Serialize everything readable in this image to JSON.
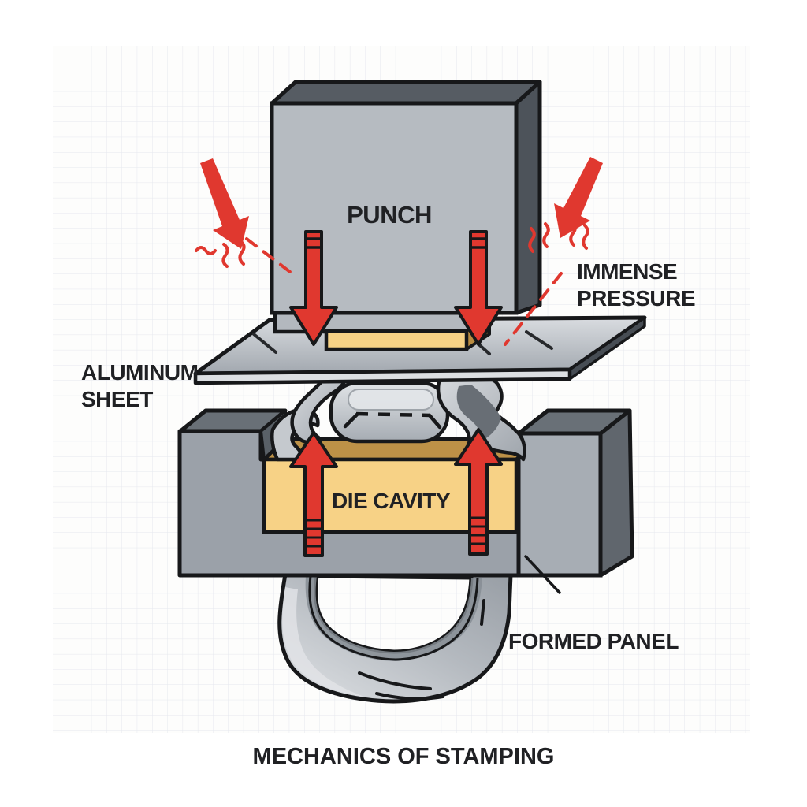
{
  "diagram": {
    "title": "MECHANICS OF STAMPING",
    "labels": {
      "punch": "PUNCH",
      "immense_pressure": [
        "IMMENSE",
        "PRESSURE"
      ],
      "aluminum_sheet": [
        "ALUMINUM",
        "SHEET"
      ],
      "die_cavity": "DIE CAVITY",
      "formed_panel": "FORMED PANEL"
    },
    "colors": {
      "arrow_red": "#e0382f",
      "punch_front_gray": "#b6bbc1",
      "metal_dark_face": "#565c63",
      "die_front_gray": "#9ba1a9",
      "cavity_yellow": "#f7d286",
      "cavity_tan": "#bd9147",
      "outline_black": "#17181a",
      "grid_line": "#e5e8ee",
      "text": "#202124"
    }
  }
}
